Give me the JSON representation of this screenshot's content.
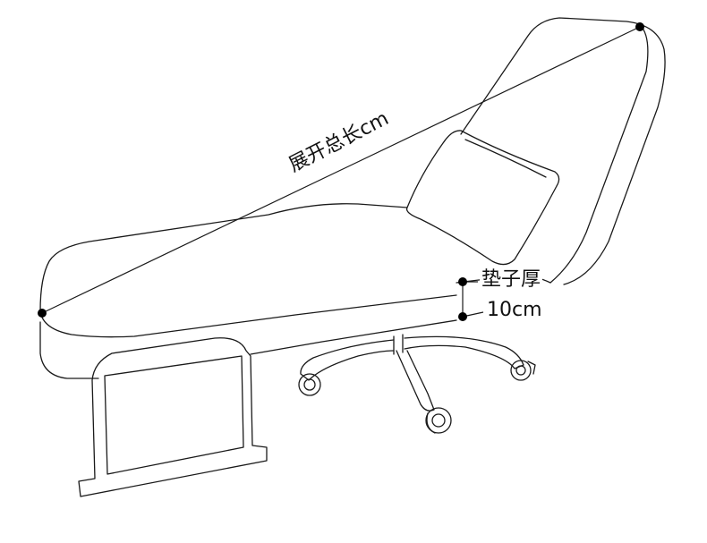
{
  "labels": {
    "total_length": "展开总长cm",
    "cushion_thickness_line1": "垫子厚",
    "cushion_thickness_line2": "10cm"
  },
  "colors": {
    "stroke": "#1a1a1a",
    "dot": "#000000",
    "background": "#ffffff"
  }
}
